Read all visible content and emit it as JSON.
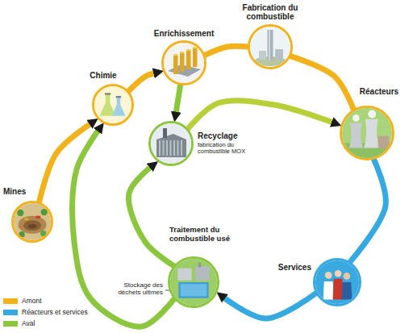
{
  "diagram": {
    "nodes": [
      {
        "text": [
          "Fabrication du combustible"
        ]
      },
      {
        "text": [
          "Enrichissement"
        ]
      },
      {
        "text": [
          "Chimie"
        ]
      },
      {
        "text": [
          "Réacteurs"
        ]
      },
      {
        "text": [
          "Recyclage",
          "fabrication du combustible MOX"
        ]
      },
      {
        "text": [
          "Mines"
        ]
      },
      {
        "text": [
          "Traitement du combustible usé"
        ]
      },
      {
        "text": [
          "Services"
        ]
      }
    ],
    "edges": [
      {
        "from": 5,
        "to": 2,
        "arrow": "to"
      },
      {
        "from": 2,
        "to": 1,
        "arrow": "to"
      },
      {
        "from": 1,
        "to": 0,
        "arrow": "none"
      },
      {
        "from": 0,
        "to": 3,
        "arrow": "none"
      },
      {
        "from": 3,
        "to": 7,
        "arrow": "none"
      },
      {
        "from": 7,
        "to": 6,
        "arrow": "to"
      },
      {
        "from": 6,
        "to": 2,
        "arrow": "to"
      },
      {
        "from": 6,
        "to": 4,
        "arrow": "to"
      },
      {
        "from": 1,
        "to": 4,
        "arrow": "to"
      },
      {
        "from": 4,
        "to": 3,
        "arrow": "to"
      }
    ],
    "labels": [
      "Stockage des déchets ultimes"
    ],
    "legend": [
      {
        "text": "Amont",
        "color": "#f2b21c"
      },
      {
        "text": "Réacteurs et services",
        "color": "#35a9e0"
      },
      {
        "text": "Aval",
        "color": "#8cc63e"
      }
    ]
  }
}
